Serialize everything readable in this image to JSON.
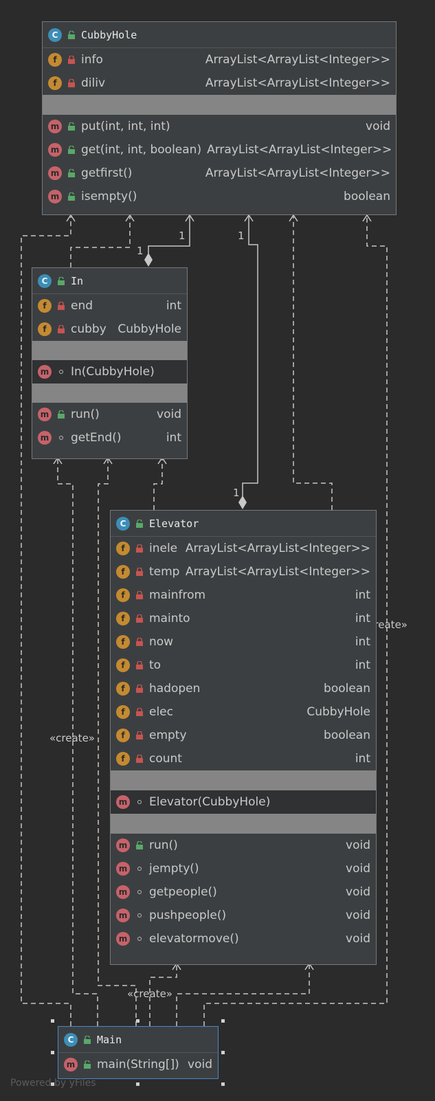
{
  "classes": {
    "cubbyhole": {
      "name": "CubbyHole",
      "fields": [
        {
          "name": "info",
          "type": "ArrayList<ArrayList<Integer>>"
        },
        {
          "name": "diliv",
          "type": "ArrayList<ArrayList<Integer>>"
        }
      ],
      "methods": [
        {
          "name": "put(int, int, int)",
          "type": "void"
        },
        {
          "name": "get(int, int, boolean)",
          "type": "ArrayList<ArrayList<Integer>>"
        },
        {
          "name": "getfirst()",
          "type": "ArrayList<ArrayList<Integer>>"
        },
        {
          "name": "isempty()",
          "type": "boolean"
        }
      ]
    },
    "in": {
      "name": "In",
      "fields": [
        {
          "name": "end",
          "type": "int"
        },
        {
          "name": "cubby",
          "type": "CubbyHole"
        }
      ],
      "constructors": [
        {
          "name": "In(CubbyHole)"
        }
      ],
      "methods": [
        {
          "name": "run()",
          "type": "void"
        },
        {
          "name": "getEnd()",
          "type": "int"
        }
      ]
    },
    "elevator": {
      "name": "Elevator",
      "fields": [
        {
          "name": "inele",
          "type": "ArrayList<ArrayList<Integer>>"
        },
        {
          "name": "temp",
          "type": "ArrayList<ArrayList<Integer>>"
        },
        {
          "name": "mainfrom",
          "type": "int"
        },
        {
          "name": "mainto",
          "type": "int"
        },
        {
          "name": "now",
          "type": "int"
        },
        {
          "name": "to",
          "type": "int"
        },
        {
          "name": "hadopen",
          "type": "boolean"
        },
        {
          "name": "elec",
          "type": "CubbyHole"
        },
        {
          "name": "empty",
          "type": "boolean"
        },
        {
          "name": "count",
          "type": "int"
        }
      ],
      "constructors": [
        {
          "name": "Elevator(CubbyHole)"
        }
      ],
      "methods": [
        {
          "name": "run()",
          "type": "void"
        },
        {
          "name": "jempty()",
          "type": "void"
        },
        {
          "name": "getpeople()",
          "type": "void"
        },
        {
          "name": "pushpeople()",
          "type": "void"
        },
        {
          "name": "elevatormove()",
          "type": "void"
        }
      ]
    },
    "main": {
      "name": "Main",
      "methods": [
        {
          "name": "main(String[])",
          "type": "void"
        }
      ]
    }
  },
  "edge_labels": {
    "mult_in_top": "1",
    "mult_in_bottom": "1",
    "mult_elev_top": "1",
    "mult_elev_bottom": "1",
    "create_left": "«create»",
    "create_right": "«create»",
    "create_bottom": "«create»"
  },
  "badges": {
    "class": "C",
    "field": "f",
    "method": "m"
  },
  "watermark": "Powered by yFiles",
  "colors": {
    "background": "#2b2b2b",
    "node": "#3c3f41",
    "class_badge": "#3d8eb6",
    "field_badge": "#c48a31",
    "method_badge": "#c7626a",
    "selected_border": "#4a88c7",
    "edge": "#c8c8c8"
  }
}
